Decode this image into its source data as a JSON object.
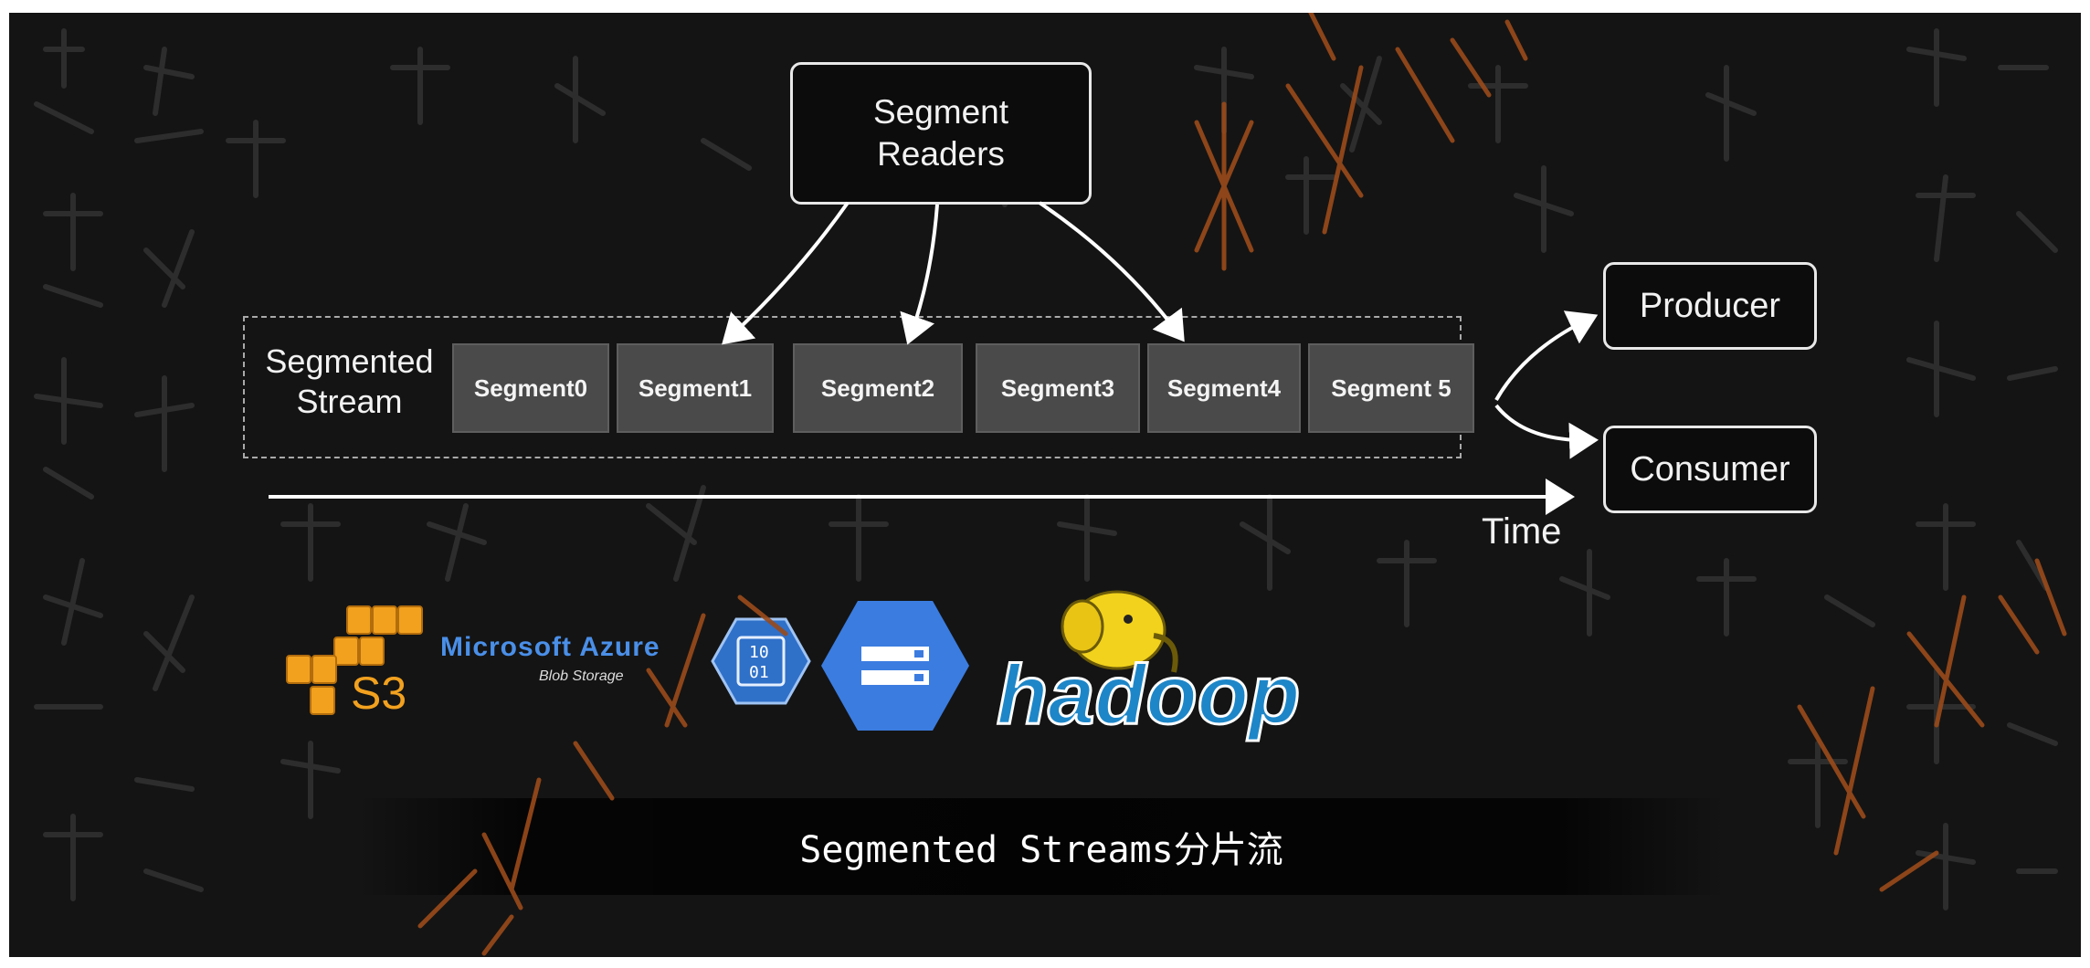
{
  "diagram": {
    "readers_label": "Segment\nReaders",
    "stream_label": "Segmented\nStream",
    "segments": [
      "Segment0",
      "Segment1",
      "Segment2",
      "Segment3",
      "Segment4",
      "Segment 5"
    ],
    "producer_label": "Producer",
    "consumer_label": "Consumer",
    "time_label": "Time"
  },
  "logos": {
    "s3_text": "S3",
    "azure_text": "Microsoft Azure",
    "azure_sub": "Blob Storage",
    "blob_text": "10\n01",
    "hadoop_text": "hadoop"
  },
  "caption": "Segmented Streams分片流",
  "colors": {
    "background": "#141414",
    "box_border": "#e8e8e8",
    "segment_fill": "#4a4a4a",
    "azure_blue": "#4a8fe8",
    "gcs_blue": "#3b7ce0",
    "hadoop_blue": "#1d86c8",
    "hadoop_yellow": "#f2d21c",
    "s3_orange": "#f2a11f",
    "watermark": "#9a4a1a"
  }
}
